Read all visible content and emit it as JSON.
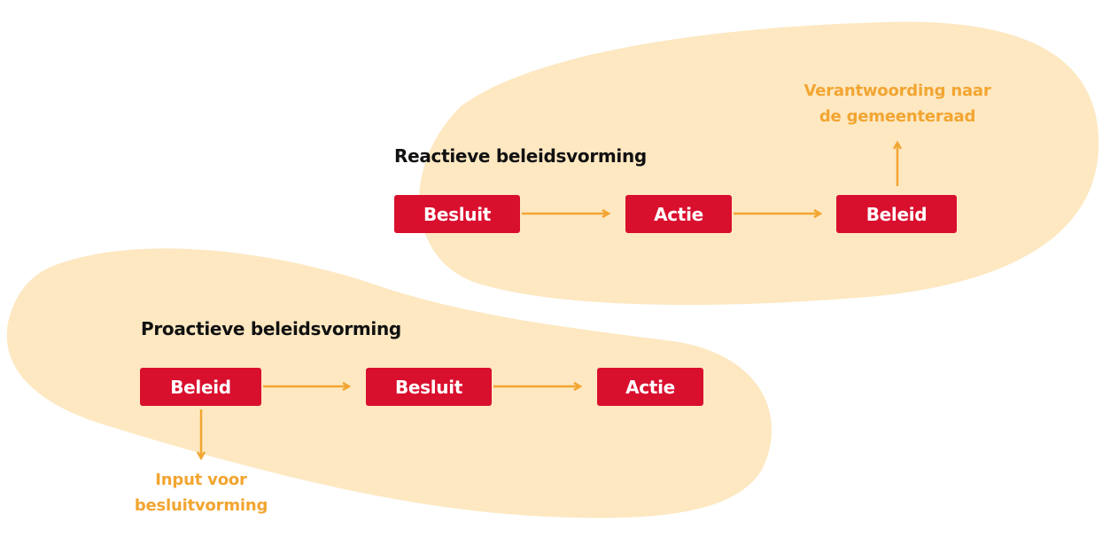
{
  "colors": {
    "blob": "#fde8c2",
    "box": "#d90f2e",
    "arrow": "#f2a531"
  },
  "reactive": {
    "title": "Reactieve beleidsvorming",
    "steps": [
      "Besluit",
      "Actie",
      "Beleid"
    ],
    "note": [
      "Verantwoording naar",
      "de gemeenteraad"
    ]
  },
  "proactive": {
    "title": "Proactieve beleidsvorming",
    "steps": [
      "Beleid",
      "Besluit",
      "Actie"
    ],
    "note": [
      "Input voor",
      "besluitvorming"
    ]
  }
}
